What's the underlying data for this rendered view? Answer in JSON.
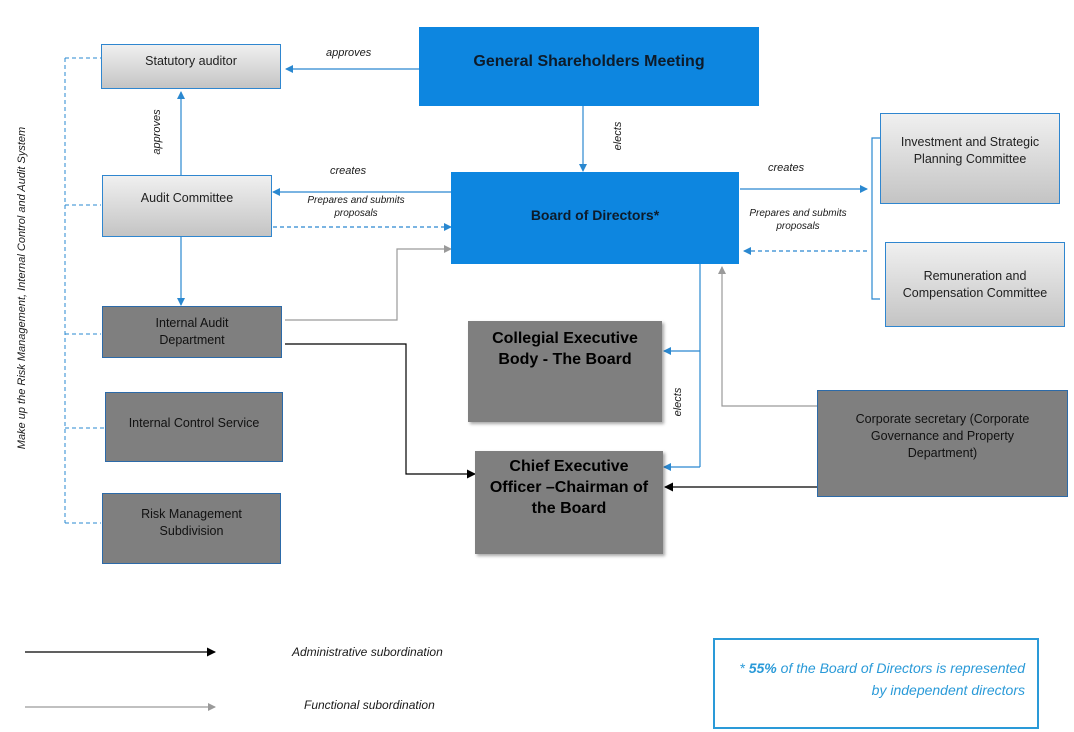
{
  "nodes": {
    "gsm": "General Shareholders Meeting",
    "board_of_directors": "Board of Directors*",
    "statutory_auditor": "Statutory auditor",
    "audit_committee": "Audit Committee",
    "internal_audit": "Internal Audit Department",
    "internal_control": "Internal Control Service",
    "risk_management": "Risk Management Subdivision",
    "investment_committee": "Investment and Strategic Planning Committee",
    "remuneration_committee": "Remuneration and Compensation Committee",
    "collegial_body": "Collegial Executive Body - The Board",
    "ceo": "Chief Executive Officer –Chairman of the Board",
    "corporate_secretary": "Corporate secretary (Corporate Governance and Property Department)"
  },
  "edge_labels": {
    "approves_top": "approves",
    "approves_vertical": "approves",
    "elects_top": "elects",
    "creates_left": "creates",
    "prepares_left": "Prepares and submits proposals",
    "creates_right": "creates",
    "prepares_right": "Prepares and submits proposals",
    "elects_lower": "elects"
  },
  "side_label": "Make up the Risk Management, Internal Control and Audit System",
  "legend": {
    "administrative": "Administrative subordination",
    "functional": "Functional subordination"
  },
  "note": {
    "star": "*",
    "percent": "55%",
    "line1": "of the Board of Directors is represented",
    "line2": "by independent directors"
  },
  "colors": {
    "primary_blue": "#0d86e0",
    "connector_blue": "#2a88d0",
    "dark_box": "#7f7f7f",
    "administrative_line": "#000000",
    "functional_line": "#999999"
  }
}
